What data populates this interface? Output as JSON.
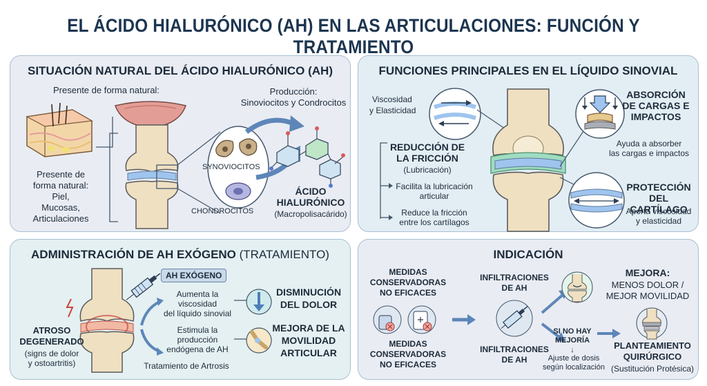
{
  "title": "EL ÁCIDO HIALURÓNICO (AH) EN LAS ARTICULACIONES: FUNCIÓN Y TRATAMIENTO",
  "natural": {
    "title": "SITUACIÓN NATURAL DEL ÁCIDO HIALURÓNICO (AH)",
    "present_top": "Presente de forma natural:",
    "production_label": "Producción:",
    "production_cells": "Sinoviocitos y Condrocitos",
    "present_left": [
      "Presente de",
      "forma natural:",
      "Piel,",
      "Mucosas,",
      "Articulaciones"
    ],
    "synoviocitos": "SYNOVIOCITOS",
    "chondrocitos": "CHONDROCITOS",
    "acid_name": [
      "ÁCIDO",
      "HIALURÓNICO"
    ],
    "acid_type": "(Macropolisacárido)"
  },
  "functions": {
    "title": "FUNCIONES PRINCIPALES EN EL LÍQUIDO SINOVIAL",
    "viscosity": [
      "Viscosidad",
      "y Elasticidad"
    ],
    "friction_title": [
      "REDUCCIÓN DE",
      "LA FRICCIÓN"
    ],
    "friction_sub": "(Lubricación)",
    "friction_point1": [
      "Facilita la lubricación",
      "articular"
    ],
    "friction_point2": [
      "Reduce la fricción",
      "entre los cartílagos"
    ],
    "absorption_title": [
      "ABSORCIÓN",
      "DE CARGAS E",
      "IMPACTOS"
    ],
    "absorption_sub": [
      "Ayuda a absorber",
      "las cargas e impactos"
    ],
    "protection_title": [
      "PROTECCIÓN",
      "DEL CARTÍLAGO"
    ],
    "protection_sub": [
      "Aporta viscosidad",
      "y elasticidad"
    ]
  },
  "exogenous": {
    "title": "ADMINISTRACIÓN DE AH EXÓGENO",
    "title_suffix": "(TRATAMIENTO)",
    "badge": "AH EXÓGENO",
    "effect1": [
      "Aumenta la",
      "viscosidad",
      "del líquido sinovial"
    ],
    "effect2": [
      "Estimula la",
      "producción",
      "endógena de AH"
    ],
    "result1": [
      "DISMINUCIÓN",
      "DEL DOLOR"
    ],
    "result2": [
      "MEJORA DE LA",
      "MOVILIDAD",
      "ARTICULAR"
    ],
    "patient": [
      "ATROSO",
      "DEGENERADO"
    ],
    "patient_sub": [
      "(signs de dolor",
      "y ostoartritis)"
    ],
    "treatment": "Tratamiento de Artrosis"
  },
  "indication": {
    "title": "INDICACIÓN",
    "conservative_top": [
      "MEDIDAS",
      "CONSERVADORAS",
      "NO EFICACES"
    ],
    "conservative_bottom": [
      "MEDIDAS",
      "CONSERVADORAS",
      "NO EFICACES"
    ],
    "infiltration_top": [
      "INFILTRACIONES",
      "DE AH"
    ],
    "infiltration_bottom": [
      "INFILTRACIONES",
      "DE AH"
    ],
    "improve_title": "MEJORA:",
    "improve_sub": [
      "MENOS DOLOR /",
      "MEJOR MOVILIDAD"
    ],
    "no_improve": [
      "SI NO HAY",
      "MEJORÍA"
    ],
    "dose_adjust": [
      "Ajuste de dosis",
      "según localización"
    ],
    "surgery": [
      "PLANTEAMIENTO",
      "QUIRÚRGICO"
    ],
    "surgery_sub": "(Sustitución Protésica)"
  },
  "colors": {
    "title": "#1c3550",
    "arrow": "#5d86b8",
    "bone": "#efe0c2",
    "cartilage": "#9fc4ee",
    "synovial_green": "#9fdcc0",
    "pain_red": "#c9453b"
  }
}
